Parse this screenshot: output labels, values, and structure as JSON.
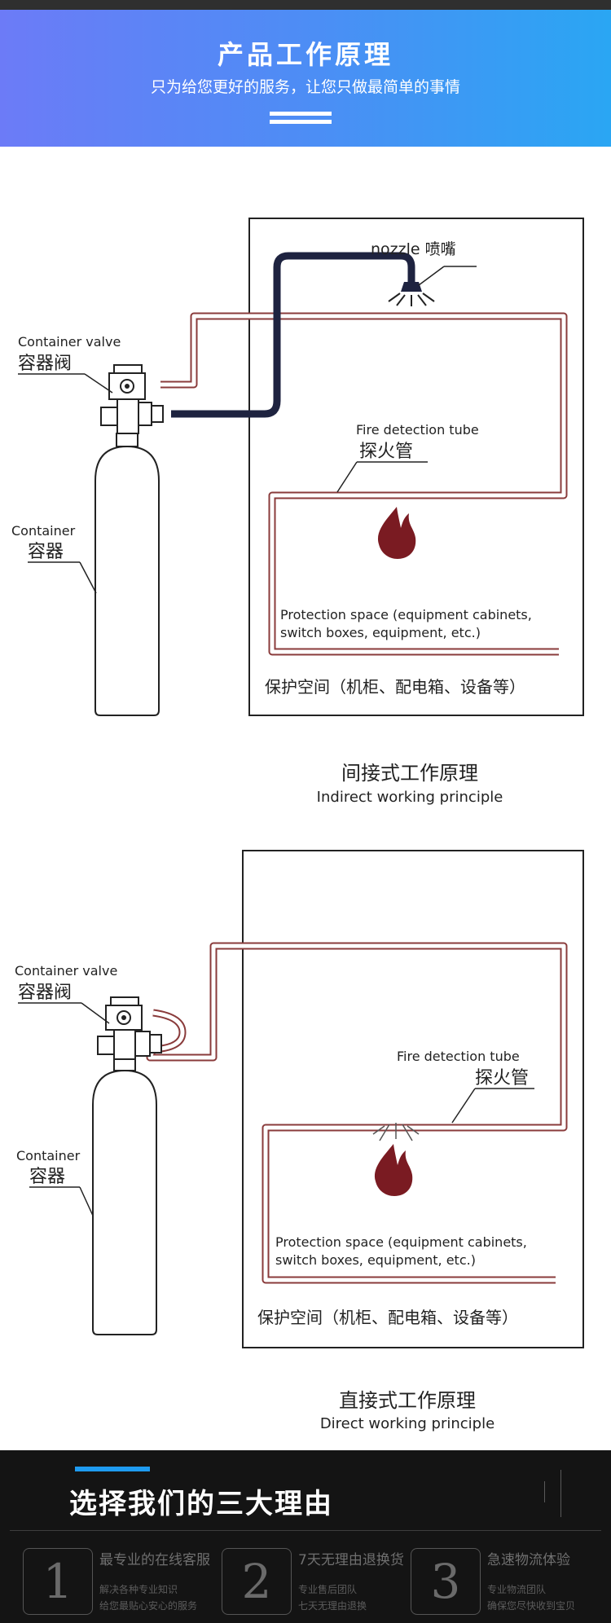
{
  "header": {
    "title": "产品工作原理",
    "subtitle": "只为给您更好的服务，让您只做最简单的事情"
  },
  "colors": {
    "banner_start": "#6c7bf7",
    "banner_end": "#2aa6f3",
    "tube": "#8a3b3b",
    "hose": "#1e2340",
    "flame": "#7a1b22",
    "footer_bg": "#141414",
    "footer_accent": "#1e9bf0"
  },
  "diagrams": [
    {
      "nozzle_label": "nozzle 喷嘴",
      "valve_label_en": "Container valve",
      "valve_label_cn": "容器阀",
      "container_label_en": "Container",
      "container_label_cn": "容器",
      "tube_label_en": "Fire detection tube",
      "tube_label_cn": "探火管",
      "space_label_en_1": "Protection space (equipment cabinets,",
      "space_label_en_2": "switch boxes, equipment, etc.)",
      "space_label_cn": "保护空间（机柜、配电箱、设备等）",
      "caption_cn": "间接式工作原理",
      "caption_en": "Indirect working principle"
    },
    {
      "valve_label_en": "Container valve",
      "valve_label_cn": "容器阀",
      "container_label_en": "Container",
      "container_label_cn": "容器",
      "tube_label_en": "Fire detection tube",
      "tube_label_cn": "探火管",
      "space_label_en_1": "Protection space (equipment cabinets,",
      "space_label_en_2": "switch boxes, equipment, etc.)",
      "space_label_cn": "保护空间（机柜、配电箱、设备等）",
      "caption_cn": "直接式工作原理",
      "caption_en": "Direct working principle"
    }
  ],
  "footer": {
    "title": "选择我们的三大理由",
    "reasons": [
      {
        "number": "1",
        "title": "最专业的在线客服",
        "line1": "解决各种专业知识",
        "line2": "给您最贴心安心的服务"
      },
      {
        "number": "2",
        "title": "7天无理由退换货",
        "line1": "专业售后团队",
        "line2": "七天无理由退换"
      },
      {
        "number": "3",
        "title": "急速物流体验",
        "line1": "专业物流团队",
        "line2": "确保您尽快收到宝贝"
      }
    ]
  }
}
